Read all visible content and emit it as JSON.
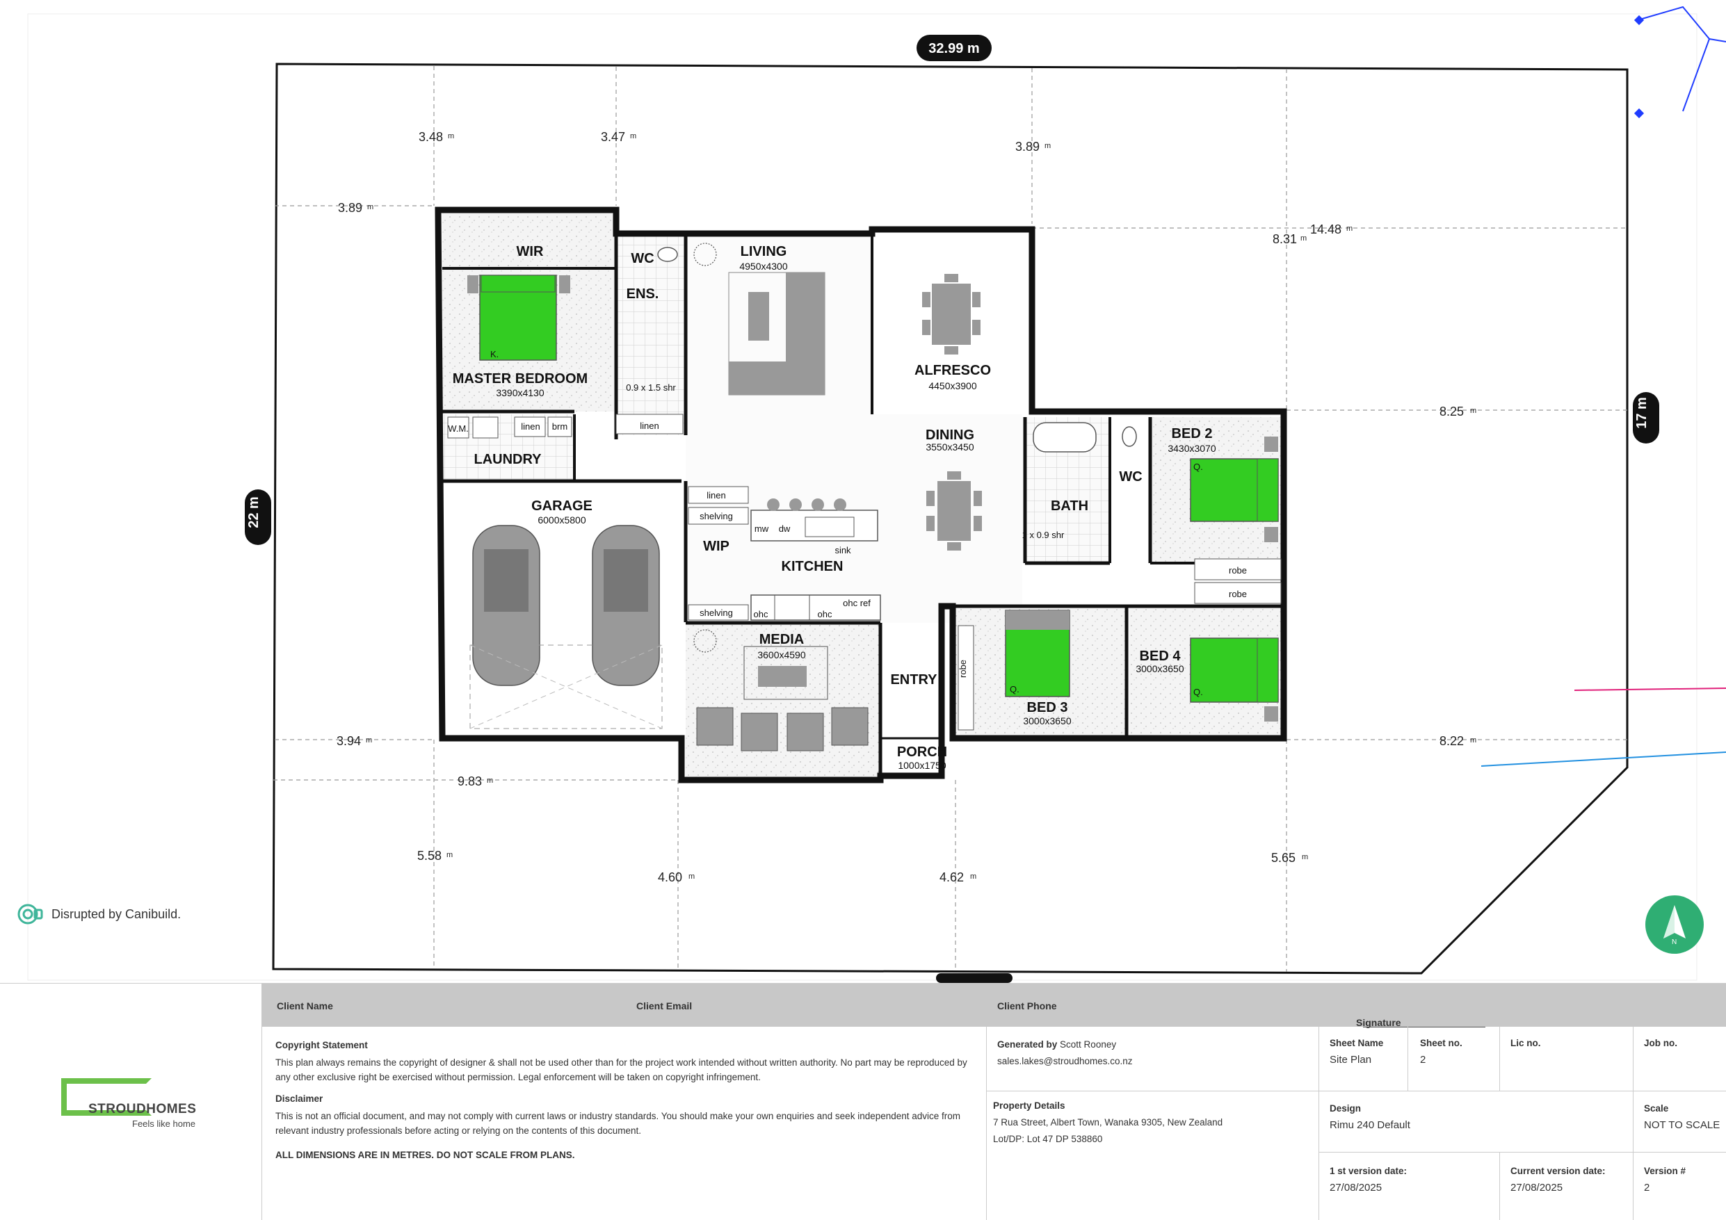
{
  "plan": {
    "site_dims": {
      "top": "32.99 m",
      "left": "22 m",
      "right": "17 m"
    },
    "rooms": [
      {
        "id": "wir",
        "name": "WIR",
        "size": ""
      },
      {
        "id": "master",
        "name": "MASTER BEDROOM",
        "size": "3390x4130"
      },
      {
        "id": "wc1",
        "name": "WC",
        "size": ""
      },
      {
        "id": "ens",
        "name": "ENS.",
        "size": ""
      },
      {
        "id": "living",
        "name": "LIVING",
        "size": "4950x4300"
      },
      {
        "id": "alfresco",
        "name": "ALFRESCO",
        "size": "4450x3900"
      },
      {
        "id": "dining",
        "name": "DINING",
        "size": "3550x3450"
      },
      {
        "id": "laundry",
        "name": "LAUNDRY",
        "size": ""
      },
      {
        "id": "garage",
        "name": "GARAGE",
        "size": "6000x5800"
      },
      {
        "id": "wip",
        "name": "WIP",
        "size": ""
      },
      {
        "id": "kitchen",
        "name": "KITCHEN",
        "size": ""
      },
      {
        "id": "media",
        "name": "MEDIA",
        "size": "3600x4590"
      },
      {
        "id": "entry",
        "name": "ENTRY",
        "size": ""
      },
      {
        "id": "porch",
        "name": "PORCH",
        "size": "1000x1750"
      },
      {
        "id": "bath",
        "name": "BATH",
        "size": ""
      },
      {
        "id": "wc2",
        "name": "WC",
        "size": ""
      },
      {
        "id": "bed2",
        "name": "BED 2",
        "size": "3430x3070"
      },
      {
        "id": "bed3",
        "name": "BED 3",
        "size": "3000x3650"
      },
      {
        "id": "bed4",
        "name": "BED 4",
        "size": "3000x3650"
      }
    ],
    "fixtures": {
      "shower1": "0.9 x 1.5 shr",
      "shower2": "1 x 0.9 shr",
      "linen": "linen",
      "brm": "brm",
      "wm": "W.M.",
      "shelving": "shelving",
      "mw": "mw",
      "dw": "dw",
      "sink": "sink",
      "ohc": "ohc",
      "ohc_ref": "ohc ref",
      "robe": "robe",
      "bed_k": "K.",
      "bed_q": "Q."
    },
    "setbacks": [
      {
        "id": "sb1",
        "value": "3.48"
      },
      {
        "id": "sb2",
        "value": "3.47"
      },
      {
        "id": "sb3",
        "value": "3.89"
      },
      {
        "id": "sb4",
        "value": "3.89"
      },
      {
        "id": "sb5",
        "value": "8.31"
      },
      {
        "id": "sb6",
        "value": "14.48"
      },
      {
        "id": "sb7",
        "value": "8.25"
      },
      {
        "id": "sb8",
        "value": "3.94"
      },
      {
        "id": "sb9",
        "value": "8.22"
      },
      {
        "id": "sb10",
        "value": "9.83"
      },
      {
        "id": "sb11",
        "value": "5.58"
      },
      {
        "id": "sb12",
        "value": "4.60"
      },
      {
        "id": "sb13",
        "value": "4.62"
      },
      {
        "id": "sb14",
        "value": "5.65"
      }
    ],
    "unit": "m"
  },
  "watermark": "Disrupted by Canibuild.",
  "north_label": "N",
  "colors": {
    "bed": "#33cc22",
    "north": "#2fae73",
    "logo": "#6cc04a",
    "bar": "#c8c8c8"
  },
  "titleblock": {
    "logo_text": "STROUDHOMES",
    "logo_tagline": "Feels like home",
    "client_name_label": "Client Name",
    "client_email_label": "Client Email",
    "client_phone_label": "Client Phone",
    "signature_label": "Signature",
    "copyright_heading": "Copyright Statement",
    "copyright_text": "This plan always remains the copyright of designer & shall not be used other than for the project work intended without written authority. No part may be reproduced by any other exclusive right be exercised without permission. Legal enforcement will be taken on copyright infringement.",
    "disclaimer_heading": "Disclaimer",
    "disclaimer_text": "This is not an official document, and may not comply with current laws or industry standards. You should make your own enquiries and seek independent advice from relevant industry professionals before acting or relying on the contents of this document.",
    "dimensions_note": "ALL DIMENSIONS ARE IN METRES. DO NOT SCALE FROM PLANS.",
    "generated_by_label": "Generated by",
    "generated_by": "Scott Rooney",
    "email": "sales.lakes@stroudhomes.co.nz",
    "property_label": "Property Details",
    "address": "7 Rua Street, Albert Town, Wanaka 9305, New Zealand",
    "lot": "Lot/DP: Lot 47 DP 538860",
    "sheet_name_label": "Sheet Name",
    "sheet_name": "Site Plan",
    "sheet_no_label": "Sheet no.",
    "sheet_no": "2",
    "lic_label": "Lic no.",
    "job_label": "Job no.",
    "design_label": "Design",
    "design": "Rimu 240 Default",
    "scale_label": "Scale",
    "scale": "NOT TO SCALE",
    "first_version_label": "1 st version date:",
    "first_version": "27/08/2025",
    "current_version_label": "Current version date:",
    "current_version": "27/08/2025",
    "version_label": "Version #",
    "version": "2"
  }
}
